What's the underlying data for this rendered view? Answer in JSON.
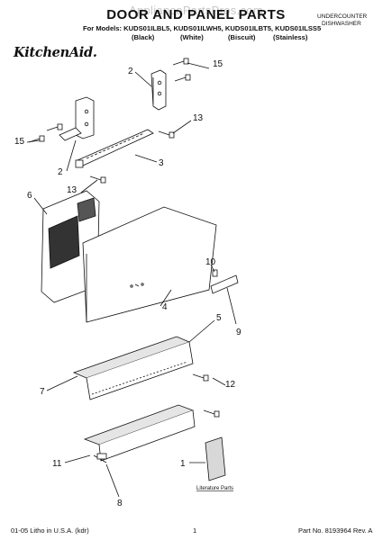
{
  "watermark": "AppliancePartsPros.com",
  "header": {
    "title": "DOOR AND PANEL PARTS",
    "models_prefix": "For Models:",
    "models": [
      "KUDS01ILBL5,",
      "KUDS01ILWH5,",
      "KUDS01ILBT5,",
      "KUDS01ILSS5"
    ],
    "colors": [
      "(Black)",
      "(White)",
      "(Biscuit)",
      "(Stainless)"
    ],
    "category_line1": "UNDERCOUNTER",
    "category_line2": "DISHWASHER"
  },
  "brand": "KitchenAid.",
  "diagram": {
    "callouts": [
      "15",
      "2",
      "13",
      "15",
      "2",
      "3",
      "13",
      "6",
      "10",
      "4",
      "9",
      "5",
      "7",
      "12",
      "11",
      "1",
      "8"
    ],
    "literature_label": "Literature Parts"
  },
  "footer": {
    "left": "01-05 Litho in U.S.A. (kdr)",
    "page": "1",
    "part_no": "Part No. 8193964 Rev. A"
  }
}
